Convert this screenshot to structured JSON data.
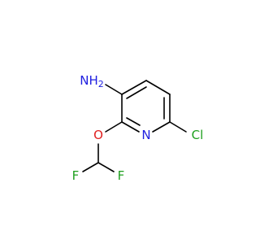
{
  "molecule": {
    "atoms": {
      "amine": {
        "text": "NH",
        "subscript": "2",
        "color": "#1f1fe0"
      },
      "ring_nitrogen": {
        "text": "N",
        "color": "#1f1fe0"
      },
      "chlorine": {
        "text": "Cl",
        "color": "#1fa01f"
      },
      "ether_oxygen": {
        "text": "O",
        "color": "#e01f1f"
      },
      "fluorine_left": {
        "text": "F",
        "color": "#1fa01f"
      },
      "fluorine_right": {
        "text": "F",
        "color": "#1fa01f"
      }
    },
    "bond_color": "#000000",
    "background": "#ffffff"
  }
}
